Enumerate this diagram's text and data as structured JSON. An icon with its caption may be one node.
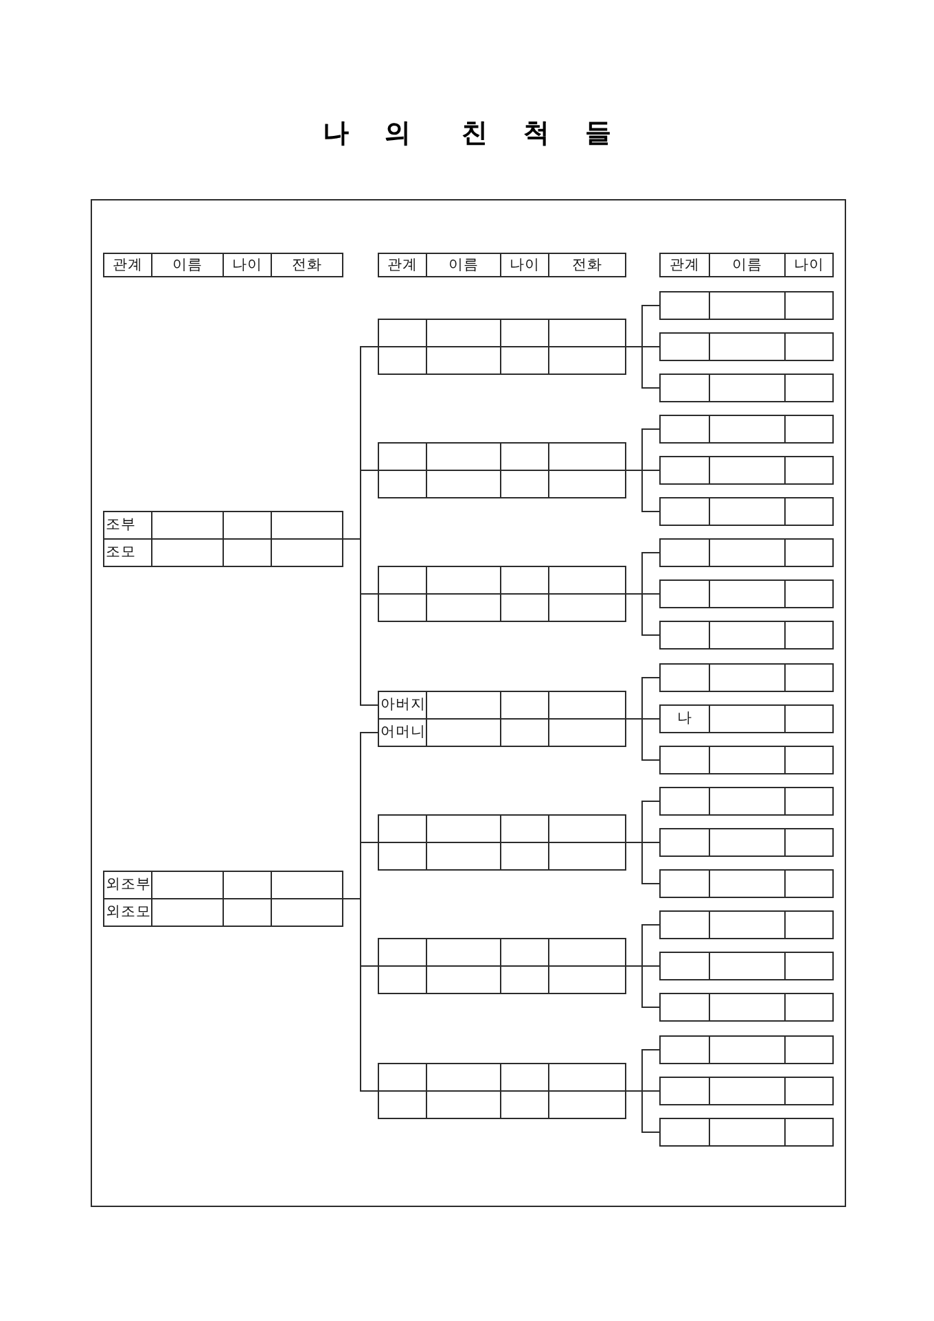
{
  "diagram": {
    "title": "나의 친척들",
    "nodes": [
      {
        "text": [
          "조부",
          "조모"
        ]
      },
      {
        "text": [
          "외조부",
          "외조모"
        ]
      },
      {
        "text": [],
        "shape": "box"
      },
      {
        "text": [],
        "shape": "box"
      },
      {
        "text": [],
        "shape": "box"
      },
      {
        "text": [
          "아버지",
          "어머니"
        ]
      },
      {
        "text": [],
        "shape": "box"
      },
      {
        "text": [],
        "shape": "box"
      },
      {
        "text": [],
        "shape": "box"
      },
      {
        "text": [],
        "shape": "box"
      },
      {
        "text": [],
        "shape": "box"
      },
      {
        "text": [],
        "shape": "box"
      },
      {
        "text": [],
        "shape": "box"
      },
      {
        "text": [],
        "shape": "box"
      },
      {
        "text": [],
        "shape": "box"
      },
      {
        "text": [],
        "shape": "box"
      },
      {
        "text": [],
        "shape": "box"
      },
      {
        "text": [],
        "shape": "box"
      },
      {
        "text": [],
        "shape": "box"
      },
      {
        "text": [
          "나"
        ]
      },
      {
        "text": [],
        "shape": "box"
      },
      {
        "text": [],
        "shape": "box"
      },
      {
        "text": [],
        "shape": "box"
      },
      {
        "text": [],
        "shape": "box"
      },
      {
        "text": [],
        "shape": "box"
      },
      {
        "text": [],
        "shape": "box"
      },
      {
        "text": [],
        "shape": "box"
      },
      {
        "text": [],
        "shape": "box"
      },
      {
        "text": [],
        "shape": "box"
      },
      {
        "text": [],
        "shape": "box"
      }
    ],
    "edges": [
      {
        "from": 0,
        "to": 2,
        "arrow": "none"
      },
      {
        "from": 0,
        "to": 3,
        "arrow": "none"
      },
      {
        "from": 0,
        "to": 4,
        "arrow": "none"
      },
      {
        "from": 0,
        "to": 5,
        "arrow": "none"
      },
      {
        "from": 1,
        "to": 5,
        "arrow": "none"
      },
      {
        "from": 1,
        "to": 6,
        "arrow": "none"
      },
      {
        "from": 1,
        "to": 7,
        "arrow": "none"
      },
      {
        "from": 1,
        "to": 8,
        "arrow": "none"
      },
      {
        "from": 2,
        "to": 9,
        "arrow": "none"
      },
      {
        "from": 2,
        "to": 10,
        "arrow": "none"
      },
      {
        "from": 2,
        "to": 11,
        "arrow": "none"
      },
      {
        "from": 3,
        "to": 12,
        "arrow": "none"
      },
      {
        "from": 3,
        "to": 13,
        "arrow": "none"
      },
      {
        "from": 3,
        "to": 14,
        "arrow": "none"
      },
      {
        "from": 4,
        "to": 15,
        "arrow": "none"
      },
      {
        "from": 4,
        "to": 16,
        "arrow": "none"
      },
      {
        "from": 4,
        "to": 17,
        "arrow": "none"
      },
      {
        "from": 5,
        "to": 18,
        "arrow": "none"
      },
      {
        "from": 5,
        "to": 19,
        "arrow": "none"
      },
      {
        "from": 5,
        "to": 20,
        "arrow": "none"
      },
      {
        "from": 6,
        "to": 21,
        "arrow": "none"
      },
      {
        "from": 6,
        "to": 22,
        "arrow": "none"
      },
      {
        "from": 6,
        "to": 23,
        "arrow": "none"
      },
      {
        "from": 7,
        "to": 24,
        "arrow": "none"
      },
      {
        "from": 7,
        "to": 25,
        "arrow": "none"
      },
      {
        "from": 7,
        "to": 26,
        "arrow": "none"
      },
      {
        "from": 8,
        "to": 27,
        "arrow": "none"
      },
      {
        "from": 8,
        "to": 28,
        "arrow": "none"
      },
      {
        "from": 8,
        "to": 29,
        "arrow": "none"
      }
    ],
    "labels": [
      "관계",
      "이름",
      "나이",
      "전화",
      "관계",
      "이름",
      "나이",
      "전화",
      "관계",
      "이름",
      "나이"
    ]
  }
}
